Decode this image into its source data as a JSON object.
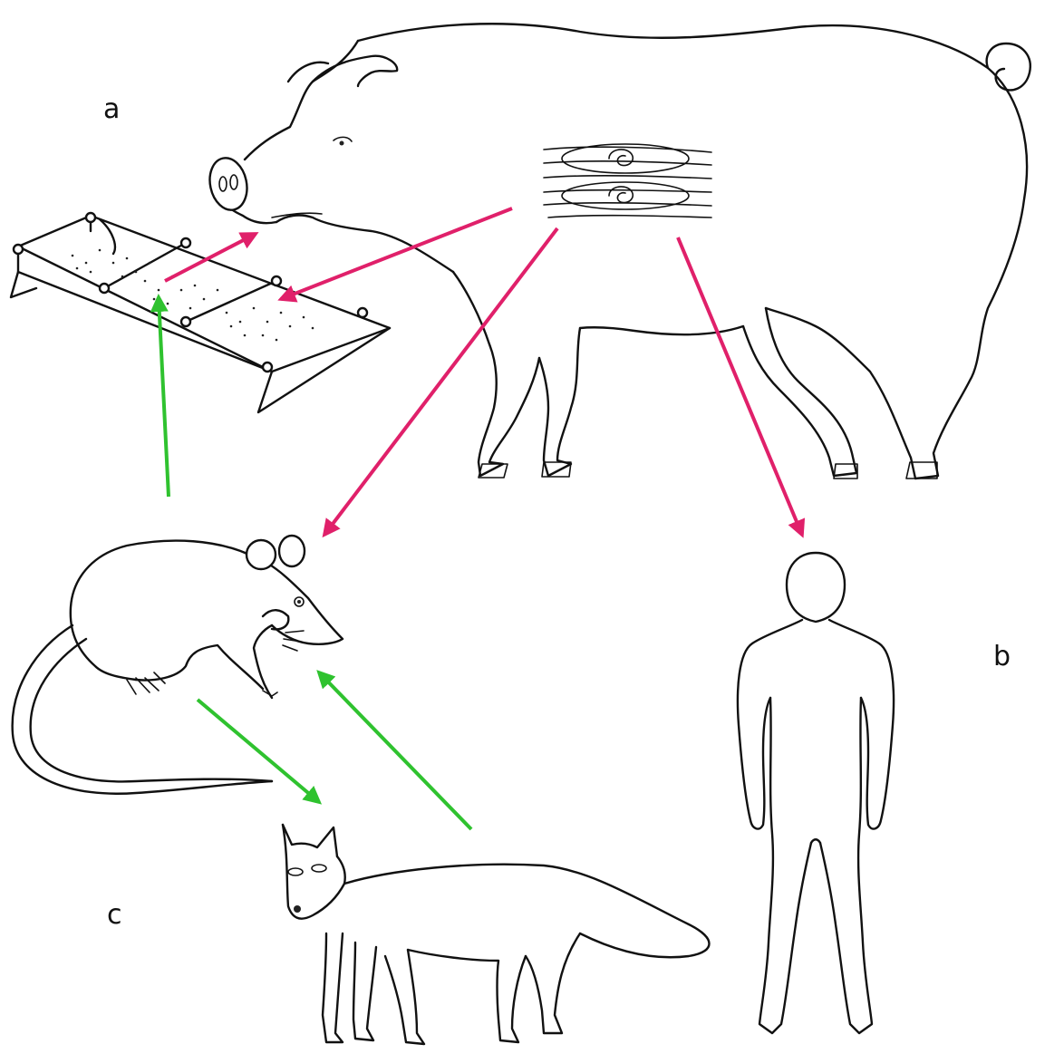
{
  "labels": {
    "a": "a",
    "b": "b",
    "c": "c"
  },
  "colors": {
    "ink": "#111111",
    "arrow_red": "#e0206a",
    "arrow_green": "#2fc22f",
    "background": "#ffffff"
  },
  "figures": [
    "pig",
    "feed-trough",
    "muscle-cysts",
    "rat",
    "fox",
    "human"
  ]
}
